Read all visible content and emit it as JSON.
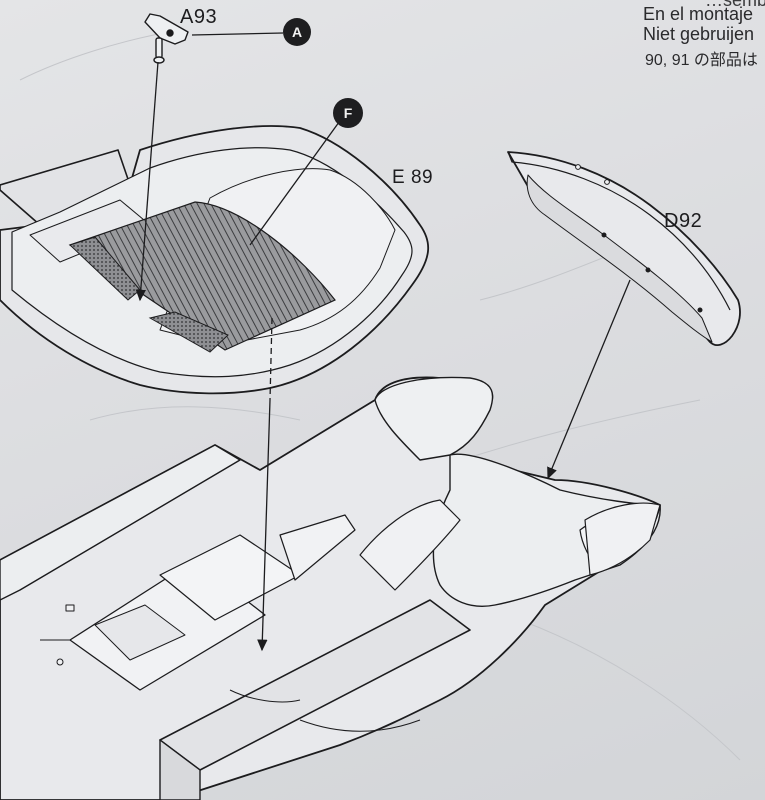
{
  "instructions": {
    "line_top": "…semb",
    "line_es": "En el montaje",
    "line_nl": "Niet gebruijen",
    "line_jp": "90, 91 の部品は"
  },
  "parts": {
    "a93": "A93",
    "e89": "E 89",
    "d92": "D92"
  },
  "callouts": {
    "a": "A",
    "f": "F"
  },
  "colors": {
    "paper": "#dcdde0",
    "ink": "#1c1c1e",
    "callout_fill": "#1e1e20",
    "callout_text": "#f2f2f2"
  }
}
